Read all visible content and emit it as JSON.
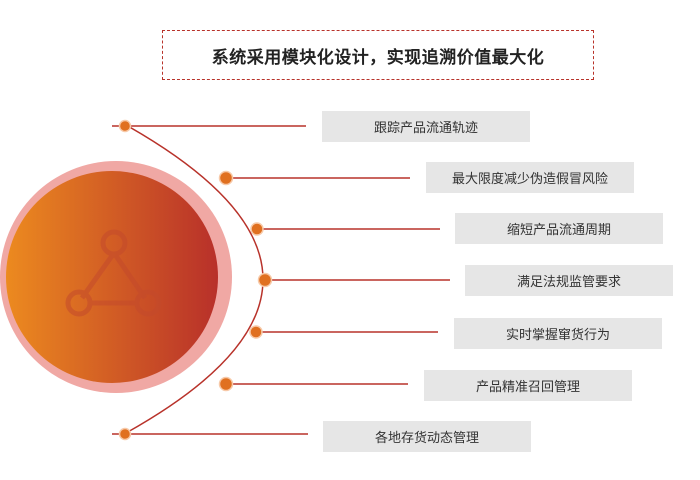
{
  "title": "系统采用模块化设计，实现追溯价值最大化",
  "items": [
    {
      "label": "跟踪产品流通轨迹"
    },
    {
      "label": "最大限度减少伪造假冒风险"
    },
    {
      "label": "缩短产品流通周期"
    },
    {
      "label": "满足法规监管要求"
    },
    {
      "label": "实时掌握窜货行为"
    },
    {
      "label": "产品精准召回管理"
    },
    {
      "label": "各地存货动态管理"
    }
  ],
  "colors": {
    "accent": "#b8322a",
    "circle_start": "#ec8a1f",
    "circle_end": "#b8302a",
    "ring": "#f0a8a4",
    "dot": "#e07020",
    "label_bg": "#e6e6e6"
  },
  "center_icon": "network-triangle-icon"
}
